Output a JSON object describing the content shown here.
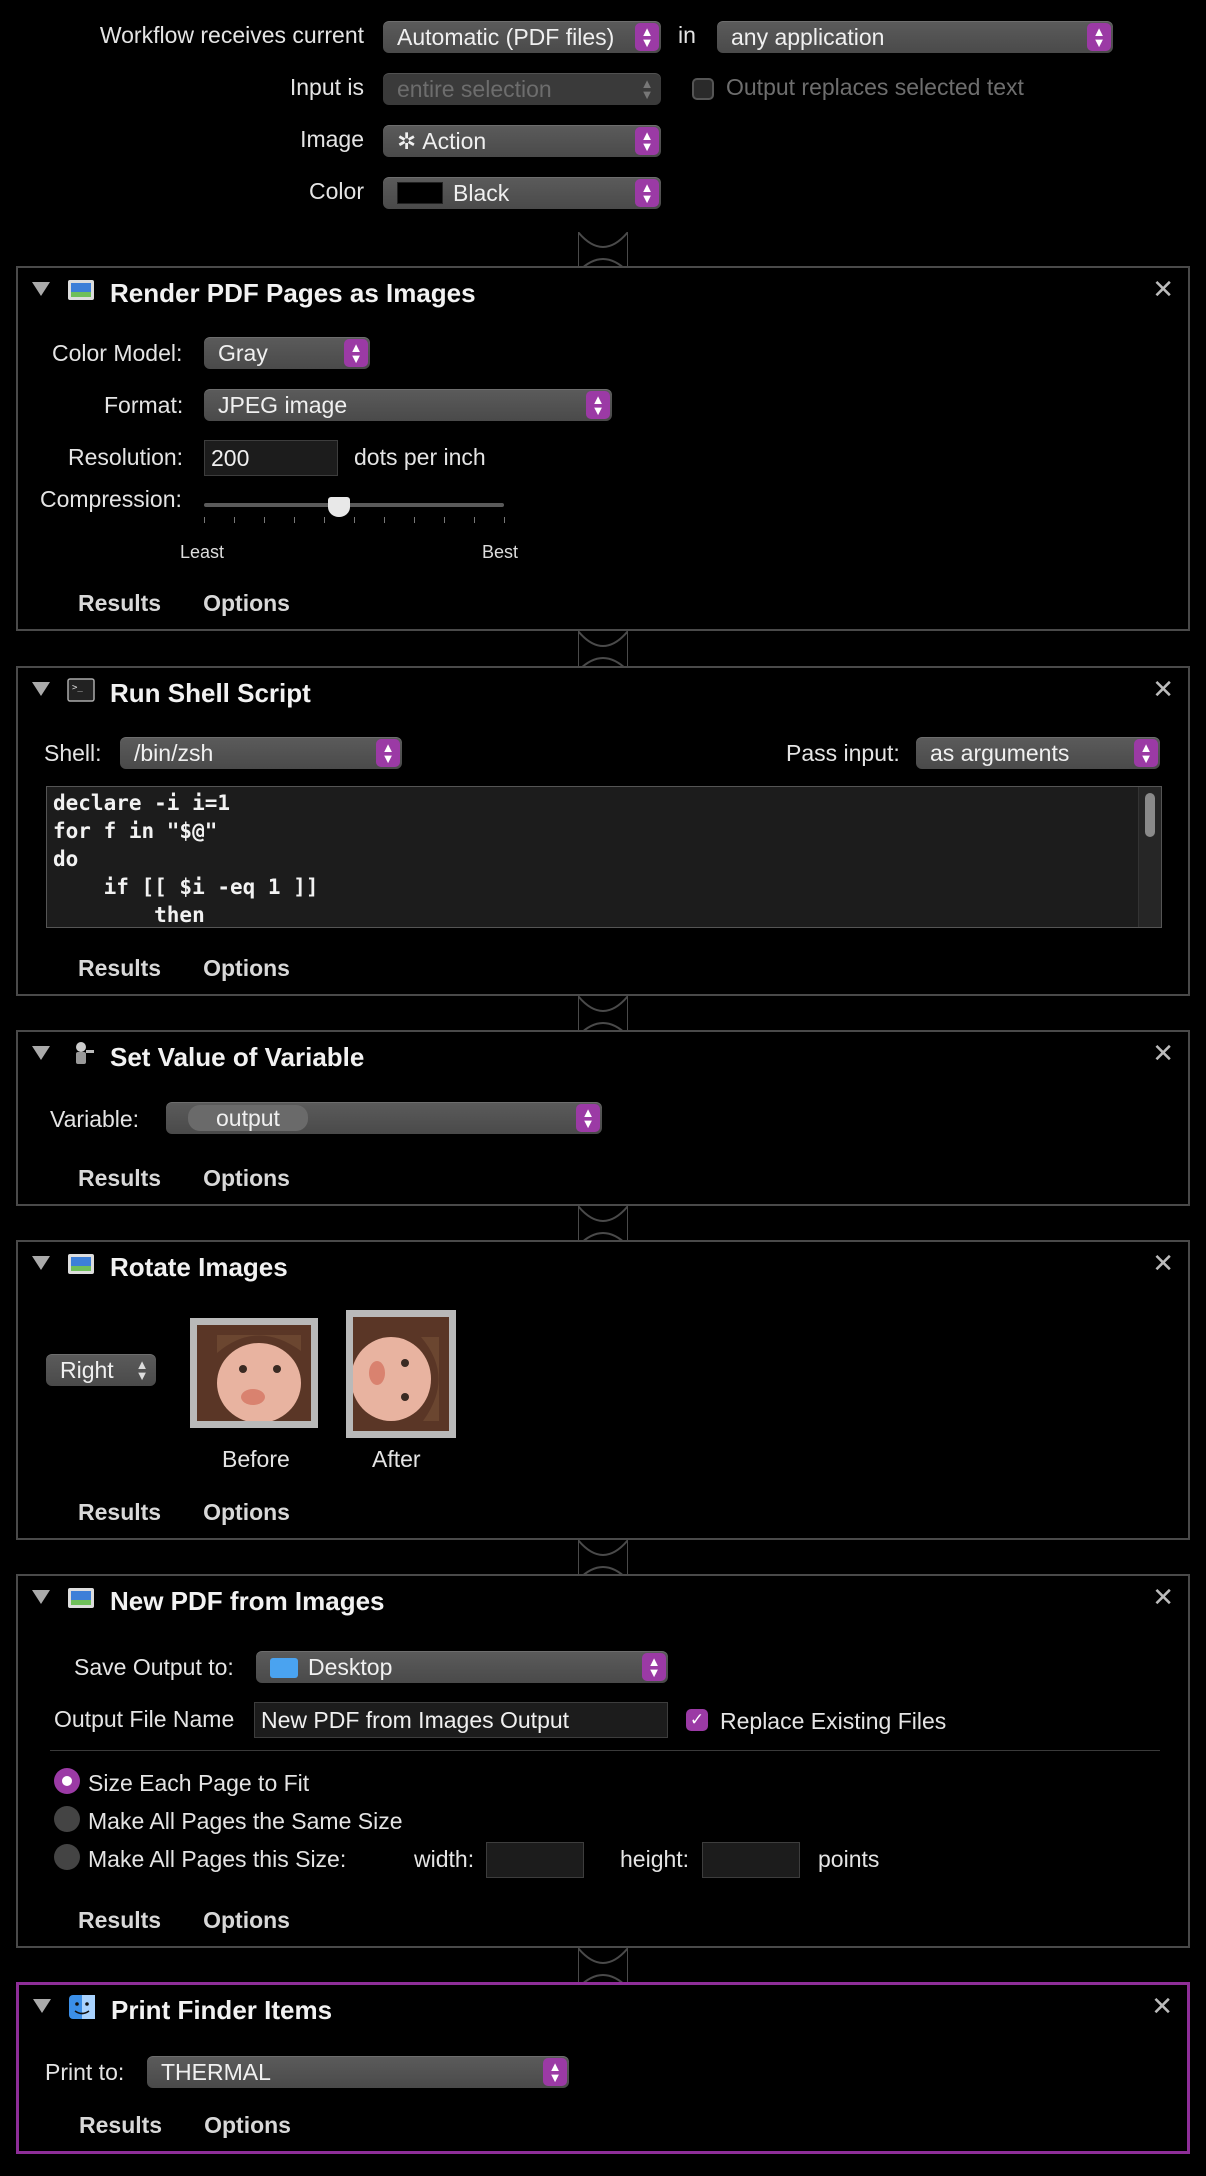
{
  "header": {
    "receives_label": "Workflow receives current",
    "receives_value": "Automatic (PDF files)",
    "in_label": "in",
    "app_value": "any application",
    "input_label": "Input is",
    "input_value": "entire selection",
    "replace_label": "Output replaces selected text",
    "image_label": "Image",
    "image_value": "Action",
    "color_label": "Color",
    "color_value": "Black"
  },
  "tabs": {
    "results": "Results",
    "options": "Options"
  },
  "render_pdf": {
    "title": "Render PDF Pages as Images",
    "color_model_label": "Color Model:",
    "color_model_value": "Gray",
    "format_label": "Format:",
    "format_value": "JPEG image",
    "resolution_label": "Resolution:",
    "resolution_value": "200",
    "resolution_unit": "dots per inch",
    "compression_label": "Compression:",
    "compression_value": 0.45,
    "least_label": "Least",
    "best_label": "Best"
  },
  "shell_script": {
    "title": "Run Shell Script",
    "shell_label": "Shell:",
    "shell_value": "/bin/zsh",
    "pass_input_label": "Pass input:",
    "pass_input_value": "as arguments",
    "code_lines": [
      "declare -i i=1",
      "for f in \"$@\"",
      "do",
      "    if [[ $i -eq 1 ]]",
      "        then"
    ]
  },
  "set_variable": {
    "title": "Set Value of Variable",
    "variable_label": "Variable:",
    "variable_value": "output"
  },
  "rotate_images": {
    "title": "Rotate Images",
    "direction_value": "Right",
    "before_label": "Before",
    "after_label": "After"
  },
  "new_pdf": {
    "title": "New PDF from Images",
    "save_output_label": "Save Output to:",
    "save_output_value": "Desktop",
    "file_name_label": "Output File Name",
    "file_name_value": "New PDF from Images Output",
    "replace_label": "Replace Existing Files",
    "replace_checked": true,
    "size_fit_label": "Size Each Page to Fit",
    "same_size_label": "Make All Pages the Same Size",
    "this_size_label": "Make All Pages this Size:",
    "width_label": "width:",
    "height_label": "height:",
    "points_label": "points"
  },
  "print_finder": {
    "title": "Print Finder Items",
    "print_to_label": "Print to:",
    "print_to_value": "THERMAL"
  },
  "colors": {
    "accent": "#9b3aa5",
    "selected_border": "#8e2e98"
  }
}
